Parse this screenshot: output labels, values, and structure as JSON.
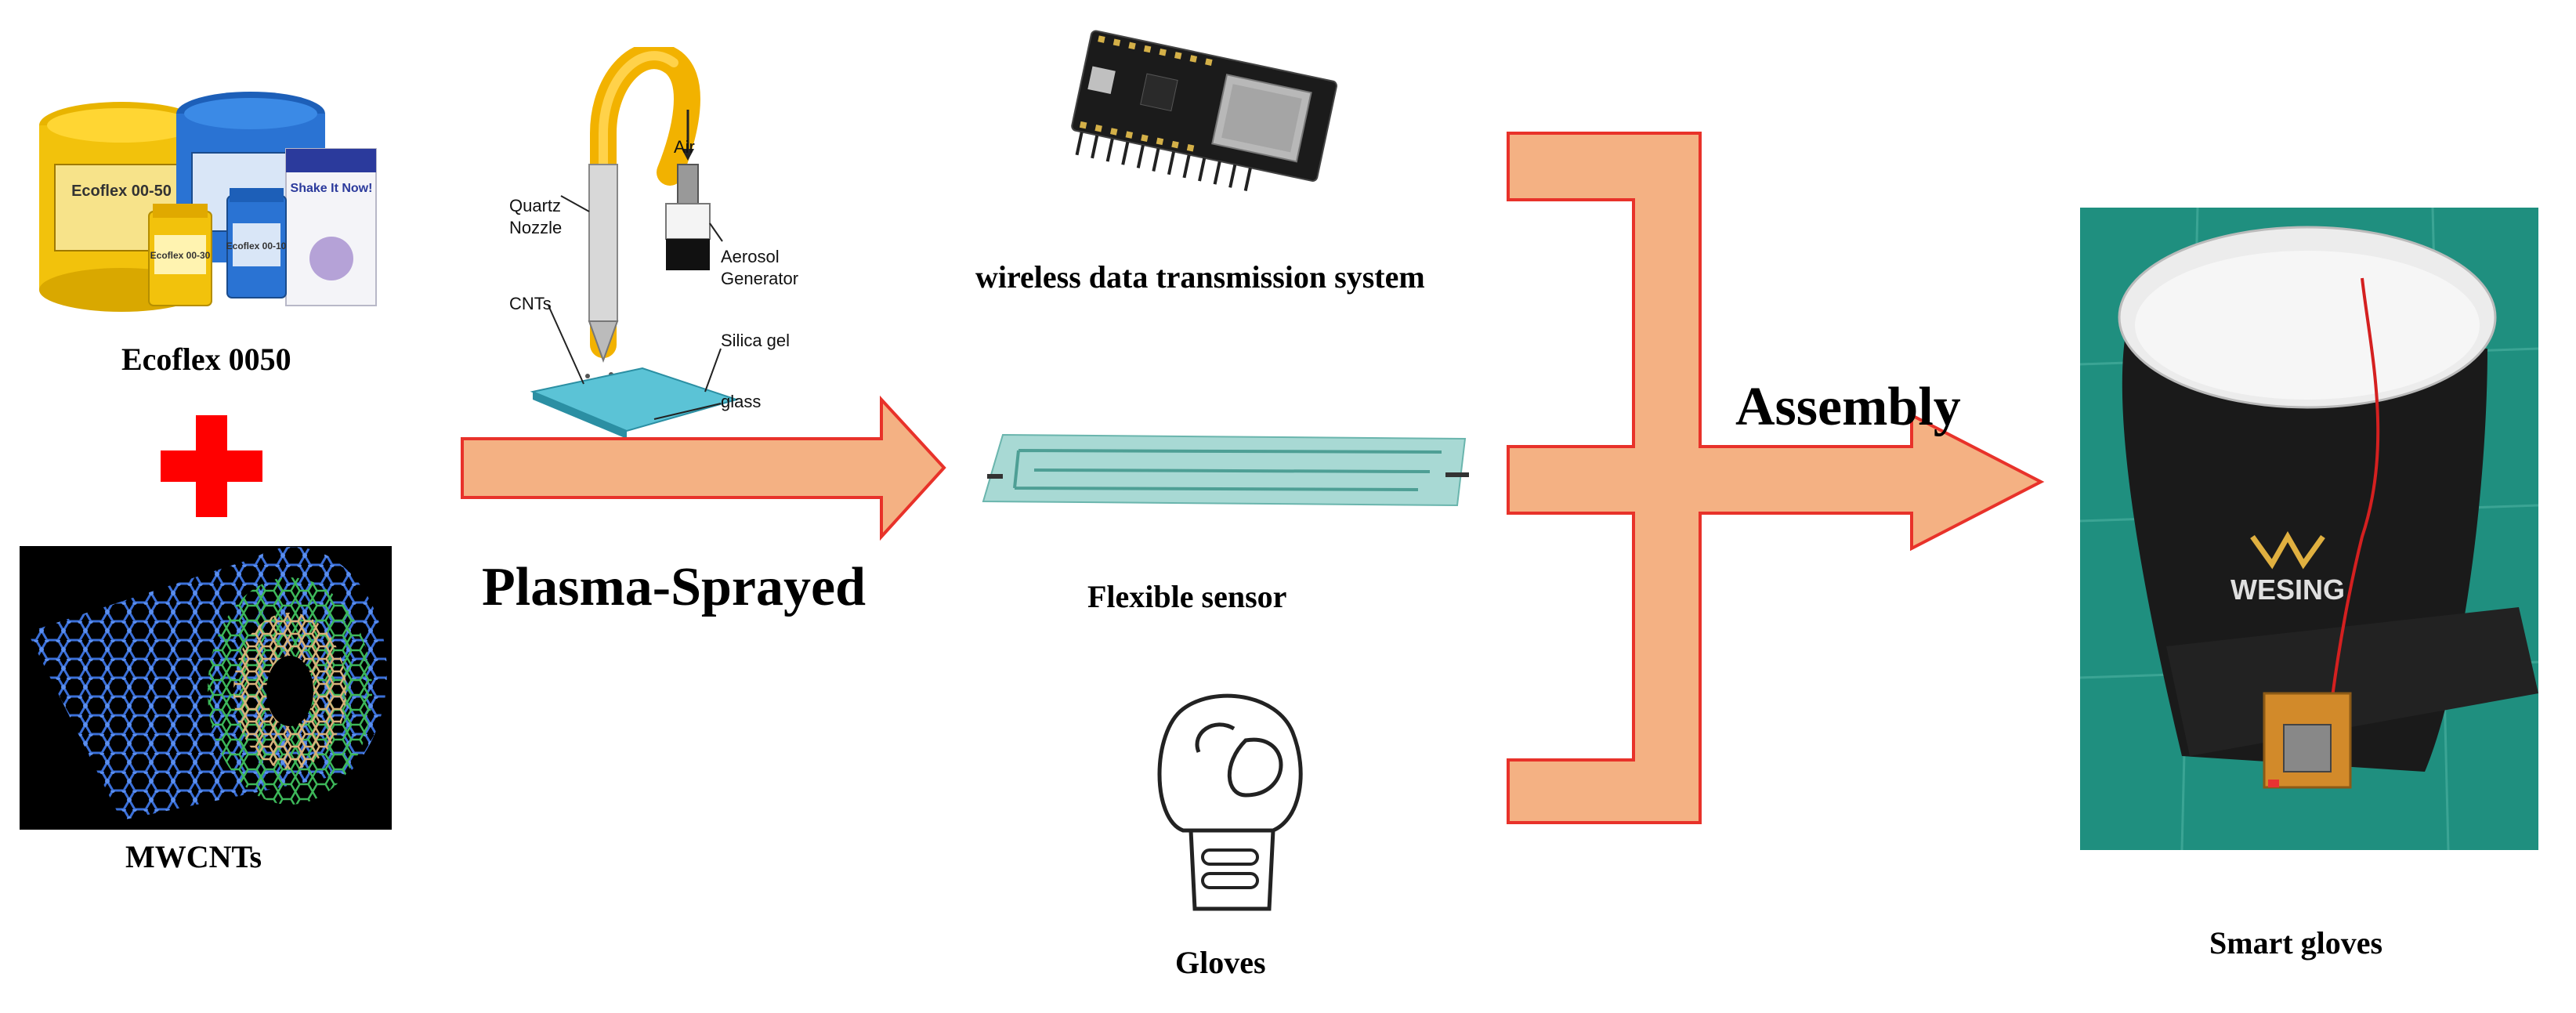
{
  "materials": {
    "ecoflex_label": "Ecoflex 0050",
    "mwcnt_label": "MWCNTs",
    "jar_labels": [
      "Ecoflex 00-50",
      "Ecoflex 00-30",
      "Ecoflex 00-10",
      "Shake It Now!"
    ]
  },
  "process": {
    "label": "Plasma-Sprayed",
    "setup_labels": {
      "quartz": "Quartz",
      "nozzle": "Nozzle",
      "air": "Air",
      "aerosol": "Aerosol",
      "generator": "Generator",
      "cnts": "CNTs",
      "silica": "Silica gel",
      "glass": "glass"
    }
  },
  "components": {
    "wireless_label": "wireless data transmission system",
    "sensor_label": "Flexible sensor",
    "gloves_label": "Gloves"
  },
  "assembly": {
    "label": "Assembly"
  },
  "result": {
    "label": "Smart gloves",
    "brand": "WESING"
  },
  "colors": {
    "arrow_fill": "#f4b183",
    "arrow_stroke": "#e8322a",
    "plus": "#ff0000",
    "mat_green": "#1f8f7f"
  }
}
